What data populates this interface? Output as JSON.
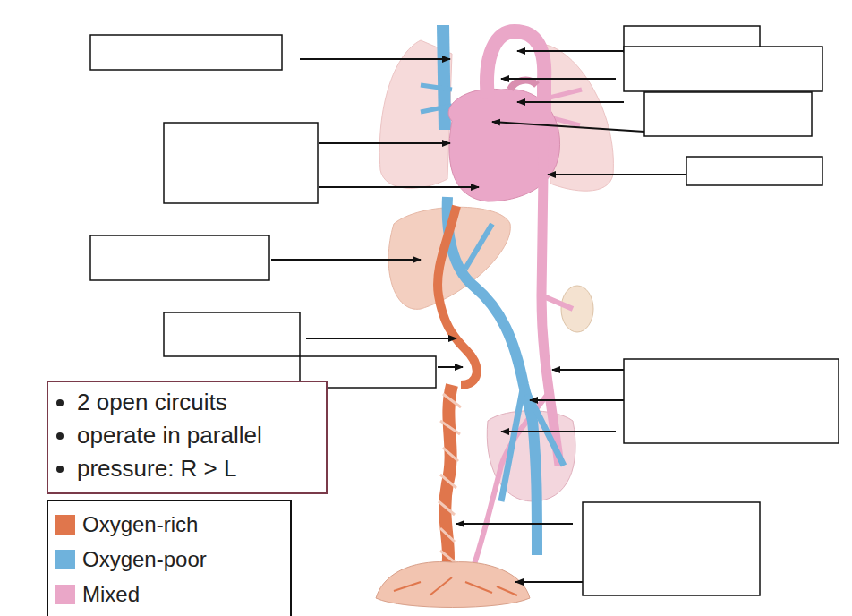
{
  "diagram": {
    "nodes": [
      {
        "text": [
          "2 open circuits",
          "operate in parallel",
          "pressure: R > L"
        ]
      }
    ],
    "legend": [
      {
        "text": "Oxygen-rich",
        "color": "#e0764c"
      },
      {
        "text": "Oxygen-poor",
        "color": "#6fb2dc"
      },
      {
        "text": "Mixed",
        "color": "#eaa7c8"
      }
    ]
  }
}
